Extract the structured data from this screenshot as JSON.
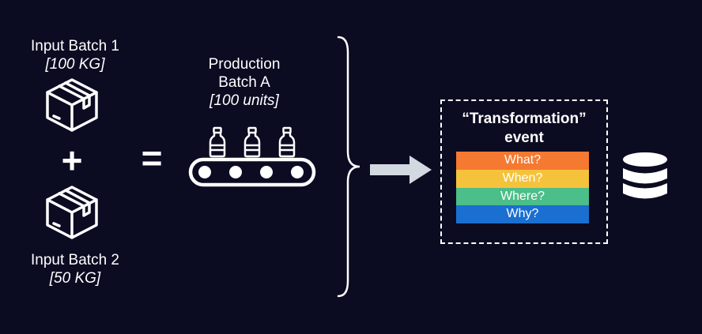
{
  "inputs": [
    {
      "name": "Input Batch 1",
      "qty": "[100 KG]",
      "icon": "box-icon"
    },
    {
      "name": "Input Batch 2",
      "qty": "[50 KG]",
      "icon": "box-icon"
    }
  ],
  "operators": {
    "plus": "+",
    "equals": "="
  },
  "production": {
    "line1": "Production",
    "line2": "Batch A",
    "qty": "[100 units]",
    "icons": [
      "bottle-icon",
      "bottle-icon",
      "bottle-icon",
      "conveyor-belt-icon"
    ]
  },
  "event": {
    "title_line1": "“Transformation”",
    "title_line2": "event",
    "fields": [
      {
        "label": "What?",
        "color": "#f57931"
      },
      {
        "label": "When?",
        "color": "#f5c33b"
      },
      {
        "label": "Where?",
        "color": "#4cbe89"
      },
      {
        "label": "Why?",
        "color": "#1a6fd1"
      }
    ]
  },
  "storage": {
    "icon": "database-icon"
  },
  "colors": {
    "background": "#0b0b22",
    "arrow": "#d3d9e0",
    "foreground": "#ffffff"
  }
}
